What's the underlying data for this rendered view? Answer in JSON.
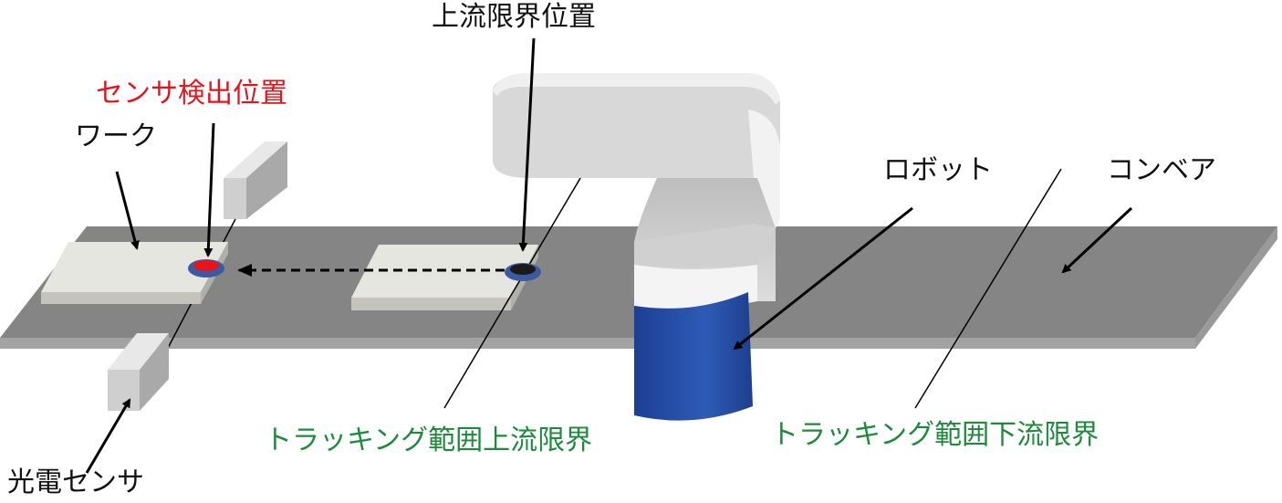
{
  "labels": {
    "upstream_limit_position": "上流限界位置",
    "sensor_detection_position": "センサ検出位置",
    "work": "ワーク",
    "robot": "ロボット",
    "conveyor": "コンベア",
    "photo_sensor": "光電センサ",
    "tracking_upstream_limit": "トラッキング範囲上流限界",
    "tracking_downstream_limit": "トラッキング範囲下流限界"
  },
  "colors": {
    "sensor_label": "#e0151e",
    "tracking_label": "#1e8a3c",
    "conveyor": "#858585",
    "robot_tool": "#2650a8"
  }
}
